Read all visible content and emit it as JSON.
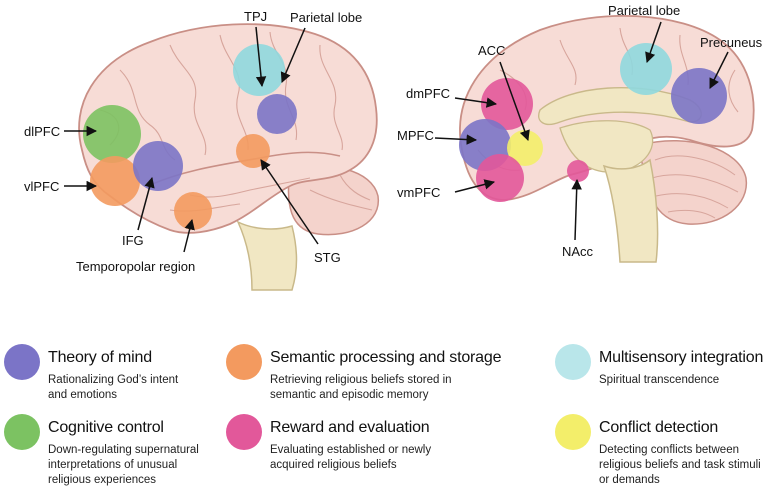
{
  "colors": {
    "theory_of_mind": "#7b74c7",
    "cognitive_control": "#7cc262",
    "semantic_processing": "#f39a5f",
    "reward_evaluation": "#e2589a",
    "multisensory_integration": "#8fd8de",
    "conflict_detection": "#f3ee6a",
    "brain_fill": "#f7dcd6",
    "brain_stroke": "#c98f86",
    "brainstem": "#f1e7c3"
  },
  "lateral_labels": {
    "tpj": "TPJ",
    "parietal_lobe": "Parietal lobe",
    "dlpfc": "dlPFC",
    "vlpfc": "vlPFC",
    "ifg": "IFG",
    "temporopolar": "Temporopolar region",
    "stg": "STG"
  },
  "medial_labels": {
    "parietal_lobe": "Parietal lobe",
    "precuneus": "Precuneus",
    "acc": "ACC",
    "dmpfc": "dmPFC",
    "mpfc": "MPFC",
    "vmpfc": "vmPFC",
    "nacc": "NAcc"
  },
  "legend": [
    {
      "key": "theory_of_mind",
      "title": "Theory of mind",
      "description": "Rationalizing God’s intent and emotions",
      "color": "#7b74c7"
    },
    {
      "key": "semantic_processing",
      "title": "Semantic processing and storage",
      "description": "Retrieving religious beliefs stored in semantic and episodic memory",
      "color": "#f39a5f"
    },
    {
      "key": "multisensory_integration",
      "title": "Multisensory integration",
      "description": "Spiritual transcendence",
      "color": "#8fd8de"
    },
    {
      "key": "cognitive_control",
      "title": "Cognitive control",
      "description": "Down-regulating supernatural interpretations of unusual religious experiences",
      "color": "#7cc262"
    },
    {
      "key": "reward_evaluation",
      "title": "Reward and evaluation",
      "description": "Evaluating established or newly acquired religious beliefs",
      "color": "#e2589a"
    },
    {
      "key": "conflict_detection",
      "title": "Conflict detection",
      "description": "Detecting conflicts between religious beliefs and task stimuli or demands",
      "color": "#f3ee6a"
    }
  ]
}
